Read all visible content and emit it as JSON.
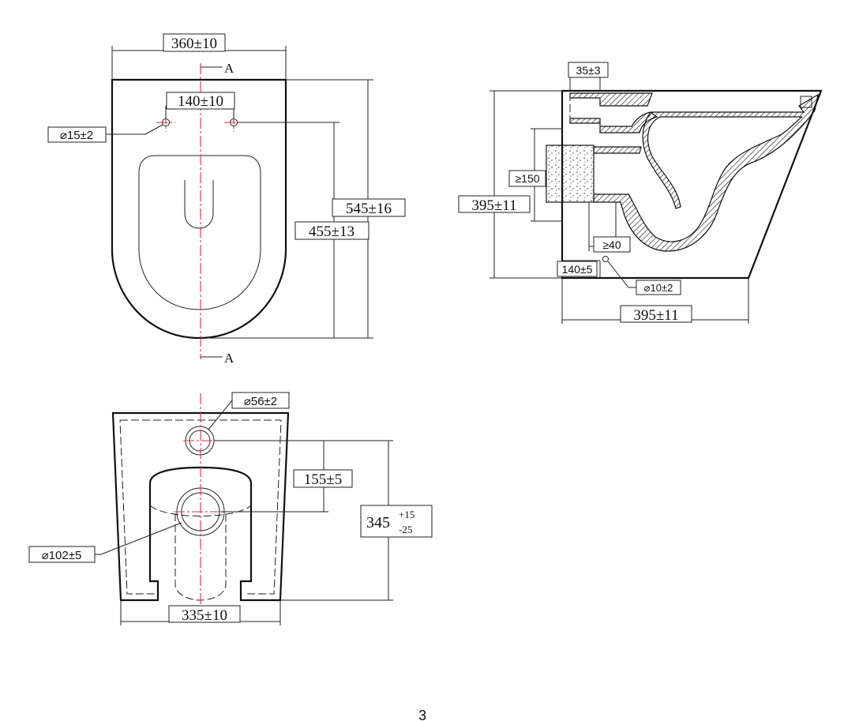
{
  "front_view": {
    "width_dim": "360±10",
    "hole_spacing_dim": "140±10",
    "hole_dia_dim": "⌀15±2",
    "depth_dim_inner": "455±13",
    "depth_dim_outer": "545±16",
    "section_mark_top": "A",
    "section_mark_bottom": "A"
  },
  "side_view": {
    "top_offset_dim": "35±3",
    "height_dim": "395±11",
    "inlet_dim": "≥150",
    "outlet_dim": "≥40",
    "hole_height_dim": "140±5",
    "small_hole_dim": "⌀10±2",
    "length_dim": "395±11"
  },
  "rear_view": {
    "inlet_dia_dim": "⌀56±2",
    "inlet_height_dim": "155±5",
    "outlet_height_base": "345",
    "outlet_height_tol_plus": "+15",
    "outlet_height_tol_minus": "-25",
    "outlet_dia_dim": "⌀102±5",
    "base_width_dim": "335±10"
  },
  "page_number": "3"
}
